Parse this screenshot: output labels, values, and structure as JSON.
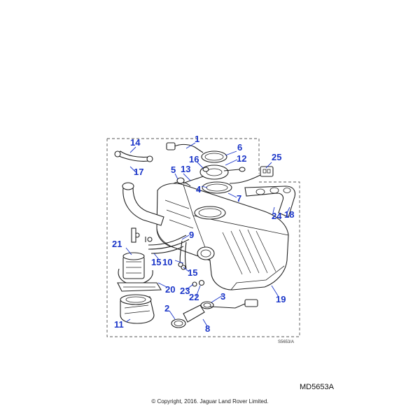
{
  "diagram": {
    "callouts": [
      "1",
      "2",
      "3",
      "4",
      "5",
      "6",
      "7",
      "8",
      "9",
      "10",
      "11",
      "12",
      "13",
      "14",
      "15",
      "15",
      "16",
      "17",
      "18",
      "19",
      "20",
      "21",
      "22",
      "23",
      "24",
      "25"
    ],
    "drawing_ref": "S5653/A"
  },
  "footer": {
    "code": "MD5653A",
    "copyright": "© Copyright, 2016. Jaguar Land Rover Limited."
  }
}
